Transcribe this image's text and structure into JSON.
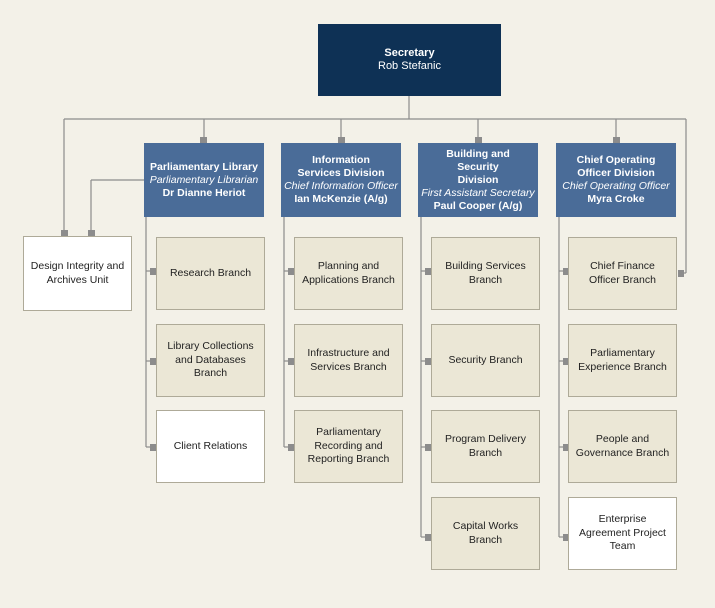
{
  "secretary": {
    "title": "Secretary",
    "name": "Rob Stefanic"
  },
  "divisions": [
    {
      "name": "Parliamentary Library",
      "role": "Parliamentary Librarian",
      "person": "Dr Dianne Heriot"
    },
    {
      "name": "Information Services Division",
      "role": "Chief Information Officer",
      "person": "Ian McKenzie (A/g)"
    },
    {
      "name": "Building and Security Division",
      "role": "First Assistant Secretary",
      "person": "Paul Cooper (A/g)"
    },
    {
      "name": "Chief Operating Officer Division",
      "role": "Chief Operating Officer",
      "person": "Myra Croke"
    }
  ],
  "design_integrity": "Design Integrity and Archives Unit",
  "branches": {
    "library": [
      "Research Branch",
      "Library Collections and Databases Branch",
      "Client Relations"
    ],
    "information": [
      "Planning and Applications Branch",
      "Infrastructure and Services Branch",
      "Parliamentary Recording and Reporting Branch"
    ],
    "building": [
      "Building Services Branch",
      "Security Branch",
      "Program Delivery Branch",
      "Capital Works Branch"
    ],
    "coo": [
      "Chief Finance Officer Branch",
      "Parliamentary Experience Branch",
      "People and Governance Branch",
      "Enterprise Agreement Project Team"
    ]
  },
  "colors": {
    "secretary": "#0e3155",
    "division": "#4a6c98",
    "branch": "#ebe7d6",
    "white_box": "#ffffff",
    "line": "#8c8c8c",
    "background": "#f3f1e8"
  }
}
